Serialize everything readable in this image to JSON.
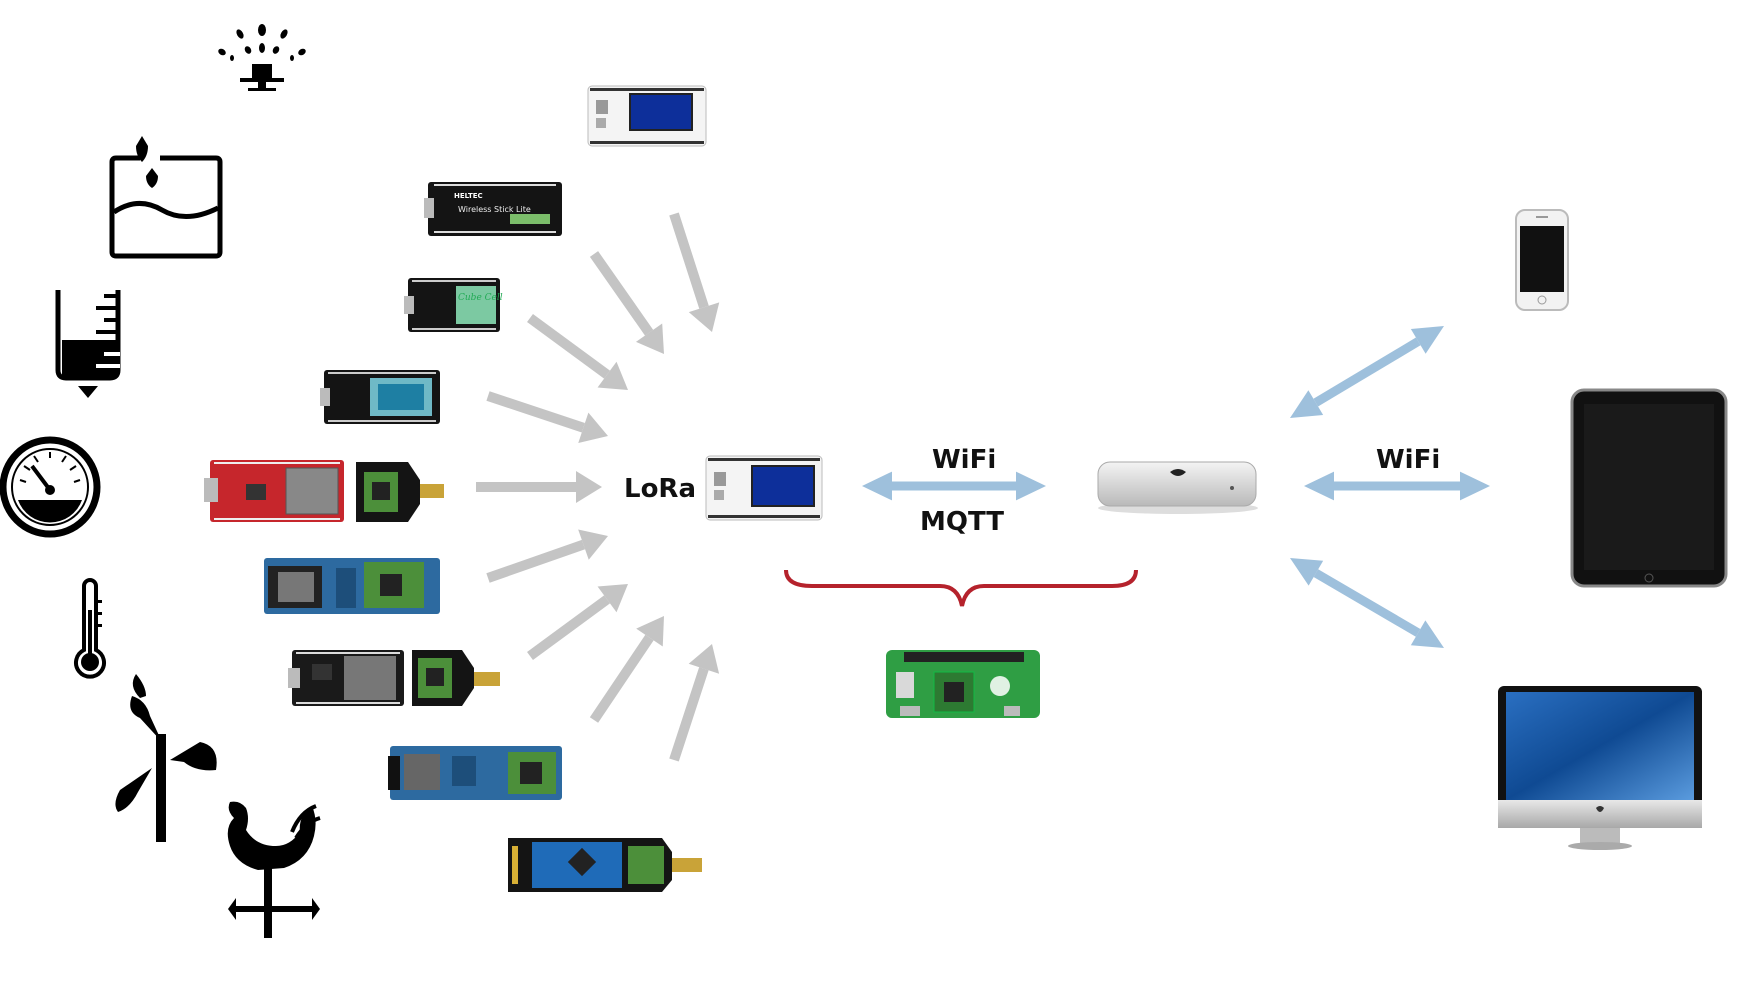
{
  "labels": {
    "lora": "LoRa",
    "wifi_left": "WiFi",
    "mqtt": "MQTT",
    "wifi_right": "WiFi"
  },
  "colors": {
    "gray_arrow": "#c4c4c4",
    "blue_arrow": "#9ec0dc",
    "brace": "#b5222c",
    "icon": "#000000"
  },
  "sensor_icons": [
    "sprinkler-icon",
    "water-tank-icon",
    "rain-gauge-icon",
    "pressure-gauge-icon",
    "thermometer-icon",
    "wind-vane-icon",
    "weathercock-icon"
  ],
  "node_boards": [
    "heltec-wifi-lora-oled-board",
    "heltec-wireless-stick-lite-board",
    "heltec-cubecell-board",
    "cubecell-oled-board",
    "esp32-lora-red-board",
    "esp-lora-blue-board",
    "esp8266-lora-board",
    "esp-lora-small-board",
    "arduino-nano-lora-board"
  ],
  "board_text": {
    "wireless_stick": "Wireless Stick Lite",
    "cubecell": "Cube Cell",
    "heltec": "HELTEC"
  },
  "clients": [
    "iphone-icon",
    "ipad-icon",
    "imac-icon"
  ]
}
